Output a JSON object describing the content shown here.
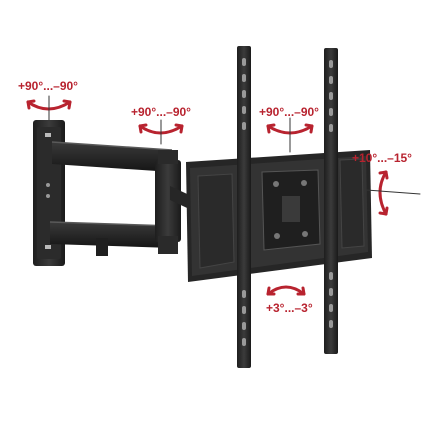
{
  "labels": {
    "wall_swivel": "+90°...–90°",
    "arm_swivel": "+90°...–90°",
    "tv_swivel": "+90°...–90°",
    "tilt": "+10°...–15°",
    "level": "+3°...–3°"
  },
  "colors": {
    "accent": "#b8232f",
    "metal": "#2a2a2a",
    "metal_light": "#4a4a4a",
    "background": "#ffffff"
  },
  "icons": {
    "rotation_arrow": "curved-double-arrow-icon",
    "axis_line": "rotation-axis-line"
  }
}
